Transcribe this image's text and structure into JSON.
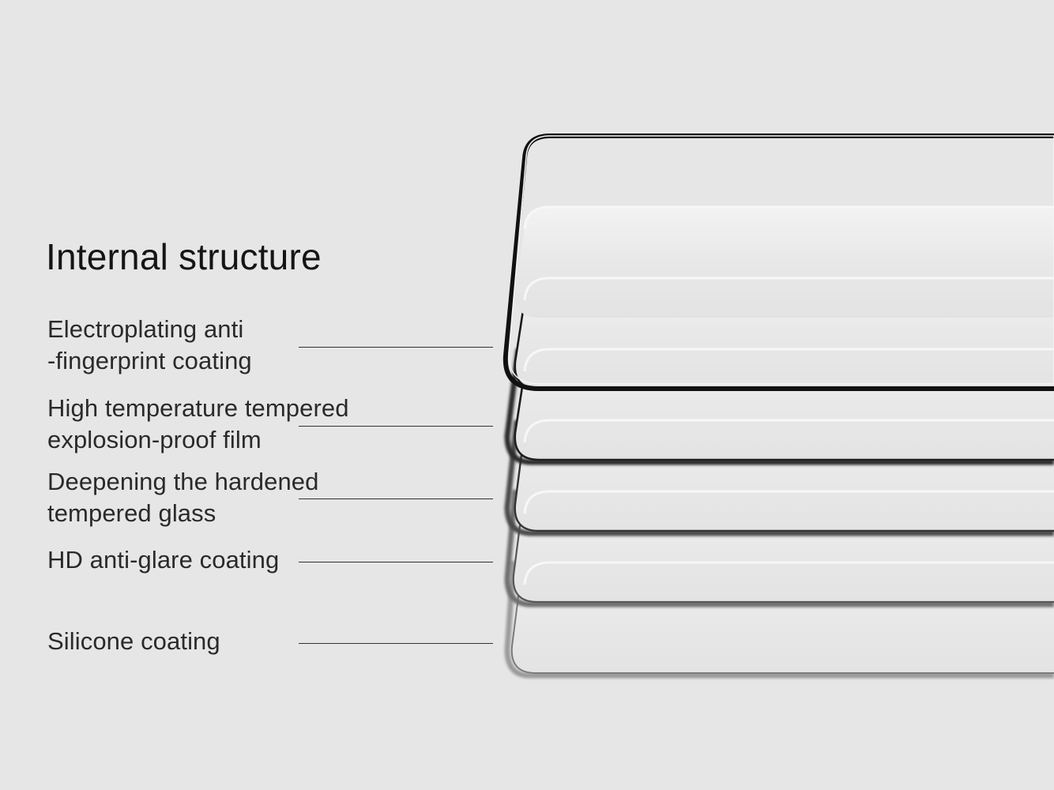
{
  "title": "Internal structure",
  "layers": [
    {
      "line1": "Electroplating anti",
      "line2": "-fingerprint coating"
    },
    {
      "line1": "High temperature tempered",
      "line2": " explosion-proof film"
    },
    {
      "line1": "Deepening the hardened",
      "line2": "tempered glass"
    },
    {
      "line1": "HD anti-glare coating",
      "line2": ""
    },
    {
      "line1": "Silicone coating",
      "line2": ""
    }
  ],
  "colors": {
    "background": "#e6e6e6",
    "panel": "#e9e9e9",
    "edge": "#111111",
    "text": "#2a2a2a"
  }
}
